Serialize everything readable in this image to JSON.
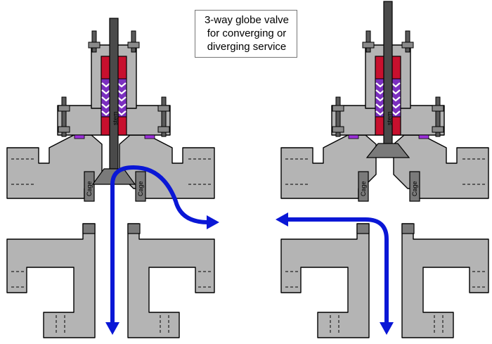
{
  "caption": {
    "line1": "3-way globe valve",
    "line2": "for converging or",
    "line3": "diverging service"
  },
  "labels": {
    "stem": "stem",
    "cage": "Cage"
  },
  "colors": {
    "body": "#b4b4b4",
    "packing": "#c8102e",
    "spring": "#7b2fbf",
    "flow": "#0a17d6",
    "stem": "#4a4a4a"
  }
}
